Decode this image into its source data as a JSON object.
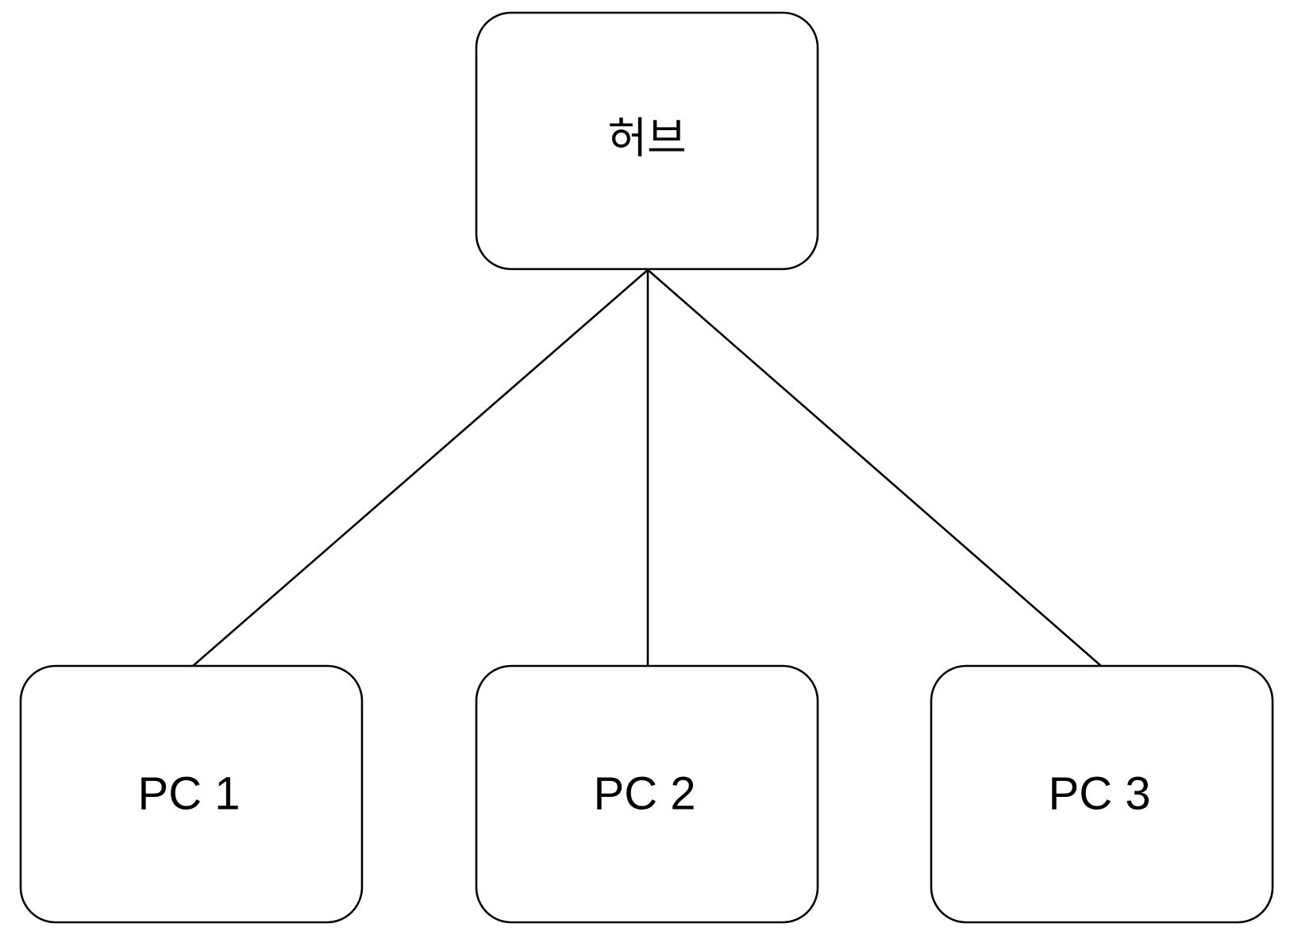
{
  "diagram": {
    "hub": {
      "label": "허브"
    },
    "pcs": [
      {
        "label": "PC 1"
      },
      {
        "label": "PC 2"
      },
      {
        "label": "PC 3"
      }
    ],
    "colors": {
      "stroke": "#000000",
      "fill": "#ffffff",
      "text": "#000000"
    }
  }
}
